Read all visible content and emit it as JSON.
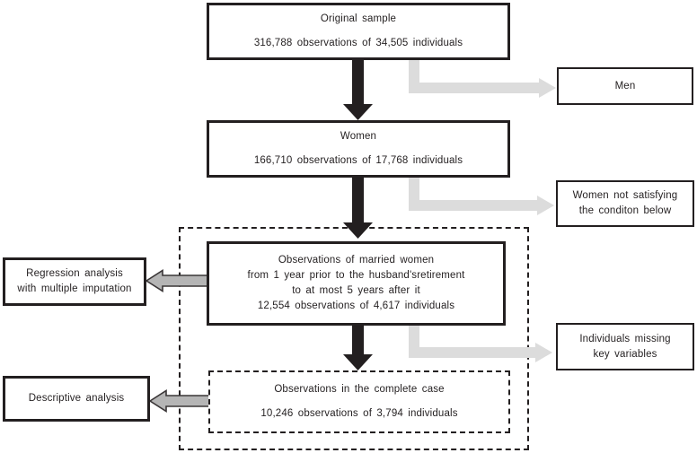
{
  "colors": {
    "ink": "#231f20",
    "branch_connector": "#dcdcdc",
    "analysis_arrow_fill": "#b5b5b5",
    "analysis_arrow_stroke": "#3a3637",
    "background": "#ffffff"
  },
  "flowchart": {
    "main_boxes": [
      {
        "title": "Original sample",
        "subtitle": "316,788 observations of 34,505 individuals"
      },
      {
        "title": "Women",
        "subtitle": "166,710 observations of 17,768 individuals"
      },
      {
        "lines": [
          "Observations of married women",
          "from 1 year prior to the husband'sretirement",
          "to at most 5 years after it",
          "12,554 observations of 4,617 individuals"
        ]
      },
      {
        "title": "Observations in the complete case",
        "subtitle": "10,246 observations of 3,794 individuals"
      }
    ],
    "exclusion_boxes": [
      {
        "line1": "Men",
        "line2": ""
      },
      {
        "line1": "Women not satisfying",
        "line2": "the conditon below"
      },
      {
        "line1": "Individuals missing",
        "line2": "key variables"
      }
    ],
    "analysis_boxes": [
      {
        "line1": "Regression analysis",
        "line2": "with multiple imputation"
      },
      {
        "line1": "Descriptive analysis",
        "line2": ""
      }
    ]
  }
}
